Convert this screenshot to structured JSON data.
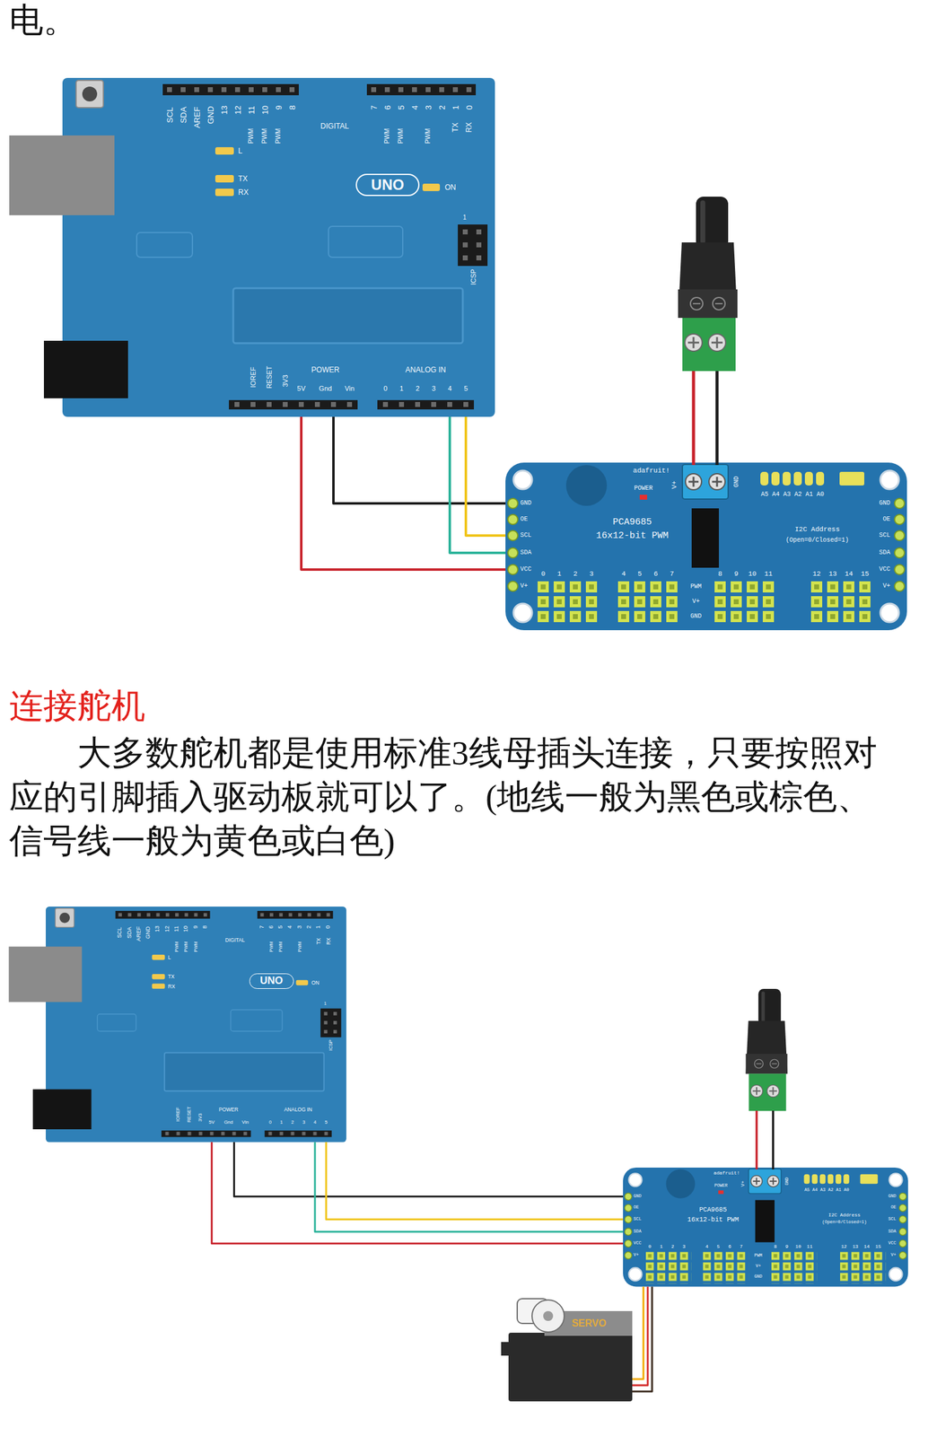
{
  "diagram": {
    "nodes": [
      {
        "text": [
          "SCL",
          "SDA",
          "AREF",
          "GND",
          "13",
          "12",
          "11",
          "10",
          "9",
          "8",
          "DIGITAL",
          "7",
          "6",
          "5",
          "4",
          "3",
          "2",
          "1",
          "0",
          "TX",
          "RX",
          "PWM",
          "PWM",
          "PWM",
          "PWM",
          "PWM",
          "PWM",
          "L",
          "TX",
          "RX",
          "ON",
          "ICSP",
          "1",
          "IOREF",
          "RESET",
          "3V3",
          "POWER",
          "5V",
          "Gnd",
          "Vin",
          "ANALOG IN",
          "0",
          "1",
          "2",
          "3",
          "4",
          "5"
        ]
      },
      {
        "text": [
          "UNO"
        ],
        "in": 0
      },
      {
        "text": [
          "adafruit!",
          "POWER",
          "V+",
          "GND",
          "A5 A4 A3 A2 A1 A0",
          "PCA9685",
          "16x12-bit PWM",
          "I2C Address",
          "(Open=0/Closed=1)",
          "GND",
          "OE",
          "SCL",
          "SDA",
          "VCC",
          "V+",
          "GND",
          "OE",
          "SCL",
          "SDA",
          "VCC",
          "V+",
          "0",
          "1",
          "2",
          "3",
          "4",
          "5",
          "6",
          "7",
          "8",
          "9",
          "10",
          "11",
          "12",
          "13",
          "14",
          "15",
          "PWM",
          "V+",
          "GND"
        ]
      },
      {
        "text": [
          "SCL",
          "SDA",
          "AREF",
          "GND",
          "13",
          "12",
          "11",
          "10",
          "9",
          "8",
          "DIGITAL",
          "7",
          "6",
          "5",
          "4",
          "3",
          "2",
          "1",
          "0",
          "TX",
          "RX",
          "PWM",
          "PWM",
          "PWM",
          "PWM",
          "PWM",
          "PWM",
          "L",
          "TX",
          "RX",
          "ON",
          "ICSP",
          "1",
          "IOREF",
          "RESET",
          "3V3",
          "POWER",
          "5V",
          "Gnd",
          "Vin",
          "ANALOG IN",
          "0",
          "1",
          "2",
          "3",
          "4",
          "5"
        ]
      },
      {
        "text": [
          "UNO"
        ],
        "in": 3
      },
      {
        "text": [
          "adafruit!",
          "POWER",
          "V+",
          "GND",
          "A5 A4 A3 A2 A1 A0",
          "PCA9685",
          "16x12-bit PWM",
          "I2C Address",
          "(Open=0/Closed=1)",
          "GND",
          "OE",
          "SCL",
          "SDA",
          "VCC",
          "V+",
          "GND",
          "OE",
          "SCL",
          "SDA",
          "VCC",
          "V+",
          "0",
          "1",
          "2",
          "3",
          "4",
          "5",
          "6",
          "7",
          "8",
          "9",
          "10",
          "11",
          "12",
          "13",
          "14",
          "15",
          "PWM",
          "V+",
          "GND"
        ]
      },
      {
        "text": [
          "SERVO"
        ]
      }
    ],
    "edges": [
      {
        "from": 0,
        "to": 2,
        "arrow": "none"
      },
      {
        "from": 0,
        "to": 2,
        "arrow": "none"
      },
      {
        "from": 0,
        "to": 2,
        "arrow": "none"
      },
      {
        "from": 0,
        "to": 2,
        "arrow": "none"
      },
      {
        "from": 3,
        "to": 5,
        "arrow": "none"
      },
      {
        "from": 3,
        "to": 5,
        "arrow": "none"
      },
      {
        "from": 3,
        "to": 5,
        "arrow": "none"
      },
      {
        "from": 3,
        "to": 5,
        "arrow": "none"
      },
      {
        "from": 6,
        "to": 5,
        "arrow": "none"
      },
      {
        "from": 6,
        "to": 5,
        "arrow": "none"
      },
      {
        "from": 6,
        "to": 5,
        "arrow": "none"
      }
    ],
    "labels": [
      "电。",
      "连接舵机",
      "大多数舵机都是使用标准3线母插头连接，只要按照对应的引脚插入驱动板就可以了。(地线一般为黑色或棕色、信号线一般为黄色或白色)"
    ]
  }
}
